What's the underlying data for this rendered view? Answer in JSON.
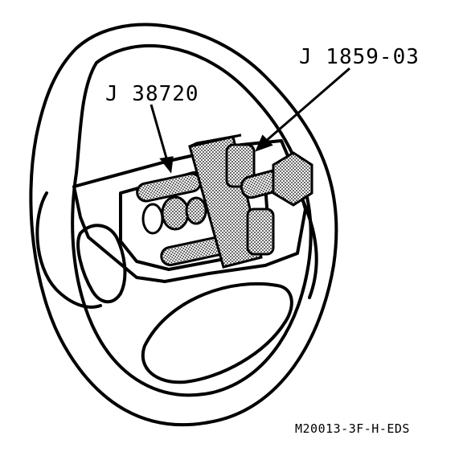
{
  "figure": {
    "callout_tool_a": "J 38720",
    "callout_tool_b": "J 1859-03",
    "figure_id": "M20013-3F-H-EDS"
  }
}
